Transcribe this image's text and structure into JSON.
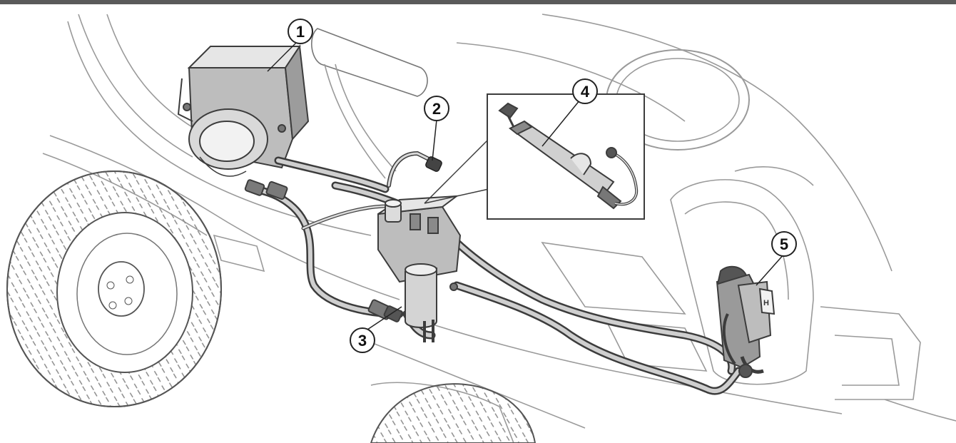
{
  "diagram": {
    "colors": {
      "line": "#3c3c3c",
      "light_line": "#9a9a9a",
      "part_fill": "#cfcfcf",
      "dark_part": "#6e6e6e",
      "hose": "#8c8c8c",
      "top_bar": "#5a5a5a"
    },
    "callouts": [
      {
        "id": "callout-1",
        "label": "1"
      },
      {
        "id": "callout-2",
        "label": "2"
      },
      {
        "id": "callout-3",
        "label": "3"
      },
      {
        "id": "callout-4",
        "label": "4"
      },
      {
        "id": "callout-5",
        "label": "5"
      }
    ],
    "brand_mark": "H"
  }
}
